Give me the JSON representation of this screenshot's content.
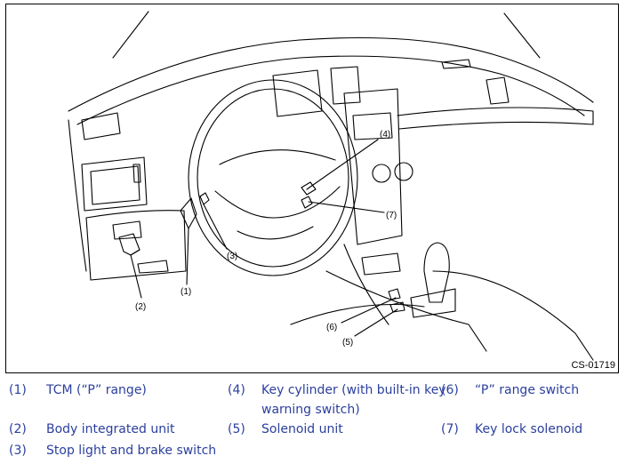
{
  "figure": {
    "code": "CS-01719",
    "callouts": [
      "(1)",
      "(2)",
      "(3)",
      "(4)",
      "(5)",
      "(6)",
      "(7)"
    ]
  },
  "legend": [
    {
      "num": "(1)",
      "text": "TCM (“P” range)"
    },
    {
      "num": "(2)",
      "text": "Body integrated unit"
    },
    {
      "num": "(3)",
      "text": "Stop light and brake switch"
    },
    {
      "num": "(4)",
      "text": "Key cylinder (with built-in key",
      "text2": "warning switch)"
    },
    {
      "num": "(5)",
      "text": "Solenoid unit"
    },
    {
      "num": "(6)",
      "text": "“P” range switch"
    },
    {
      "num": "(7)",
      "text": "Key lock solenoid"
    }
  ],
  "colors": {
    "legend_text": "#2b3f9e",
    "line_art": "#000000"
  }
}
